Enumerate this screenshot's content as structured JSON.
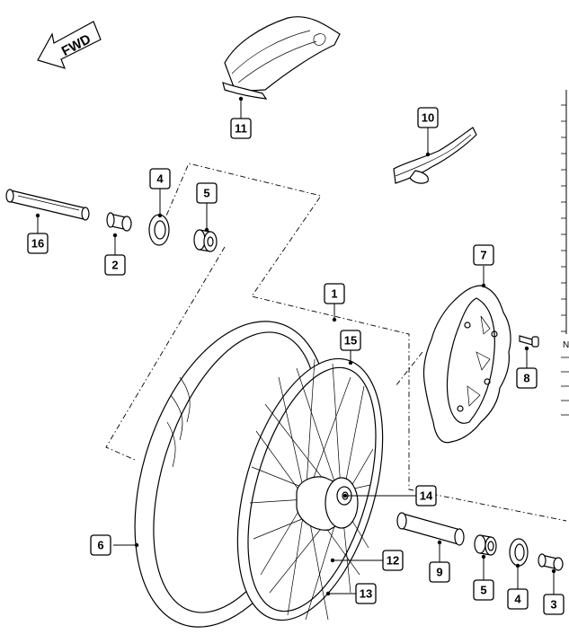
{
  "direction_label": "FWD",
  "callouts": {
    "c1": "1",
    "c2": "2",
    "c3": "3",
    "c4a": "4",
    "c4b": "4",
    "c5a": "5",
    "c5b": "5",
    "c6": "6",
    "c7": "7",
    "c8": "8",
    "c9": "9",
    "c10": "10",
    "c11": "11",
    "c12": "12",
    "c13": "13",
    "c14": "14",
    "c15": "15",
    "c16": "16"
  },
  "side_table_text": [
    "N"
  ]
}
